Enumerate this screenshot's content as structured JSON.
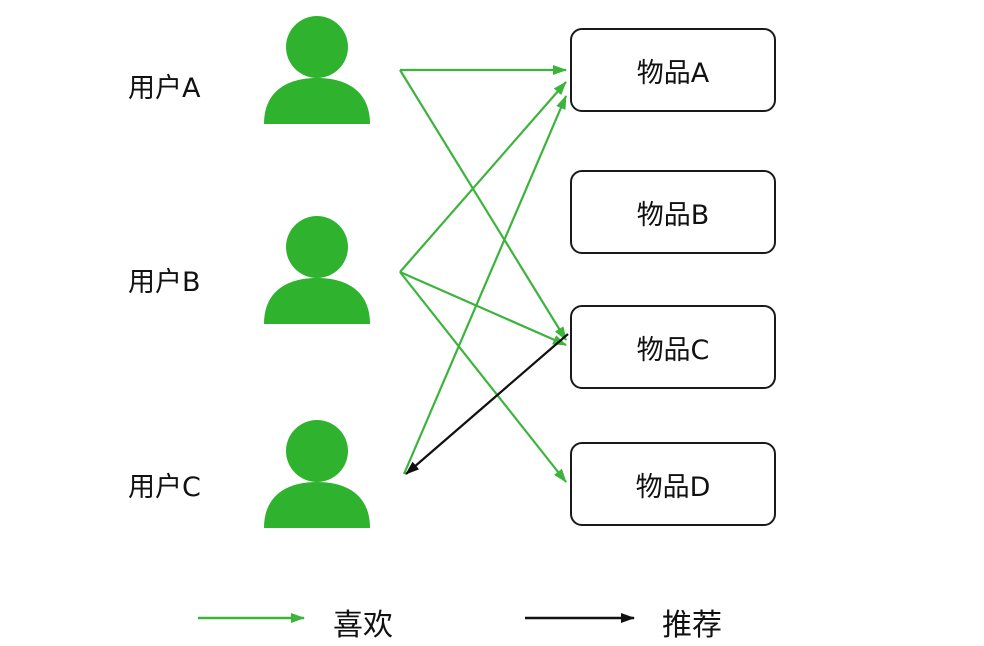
{
  "users": [
    {
      "label": "用户A"
    },
    {
      "label": "用户B"
    },
    {
      "label": "用户C"
    }
  ],
  "items": [
    {
      "label": "物品A"
    },
    {
      "label": "物品B"
    },
    {
      "label": "物品C"
    },
    {
      "label": "物品D"
    }
  ],
  "edges": [
    {
      "from": "用户A",
      "to": "物品A",
      "type": "like"
    },
    {
      "from": "用户A",
      "to": "物品C",
      "type": "like"
    },
    {
      "from": "用户B",
      "to": "物品A",
      "type": "like"
    },
    {
      "from": "用户B",
      "to": "物品C",
      "type": "like"
    },
    {
      "from": "用户B",
      "to": "物品D",
      "type": "like"
    },
    {
      "from": "用户C",
      "to": "物品A",
      "type": "like"
    },
    {
      "from": "物品C",
      "to": "用户C",
      "type": "recommend"
    }
  ],
  "legend": {
    "like_label": "喜欢",
    "recommend_label": "推荐"
  },
  "colors": {
    "like": "#3cb43c",
    "recommend": "#111111",
    "user_icon": "#2fb32f"
  }
}
